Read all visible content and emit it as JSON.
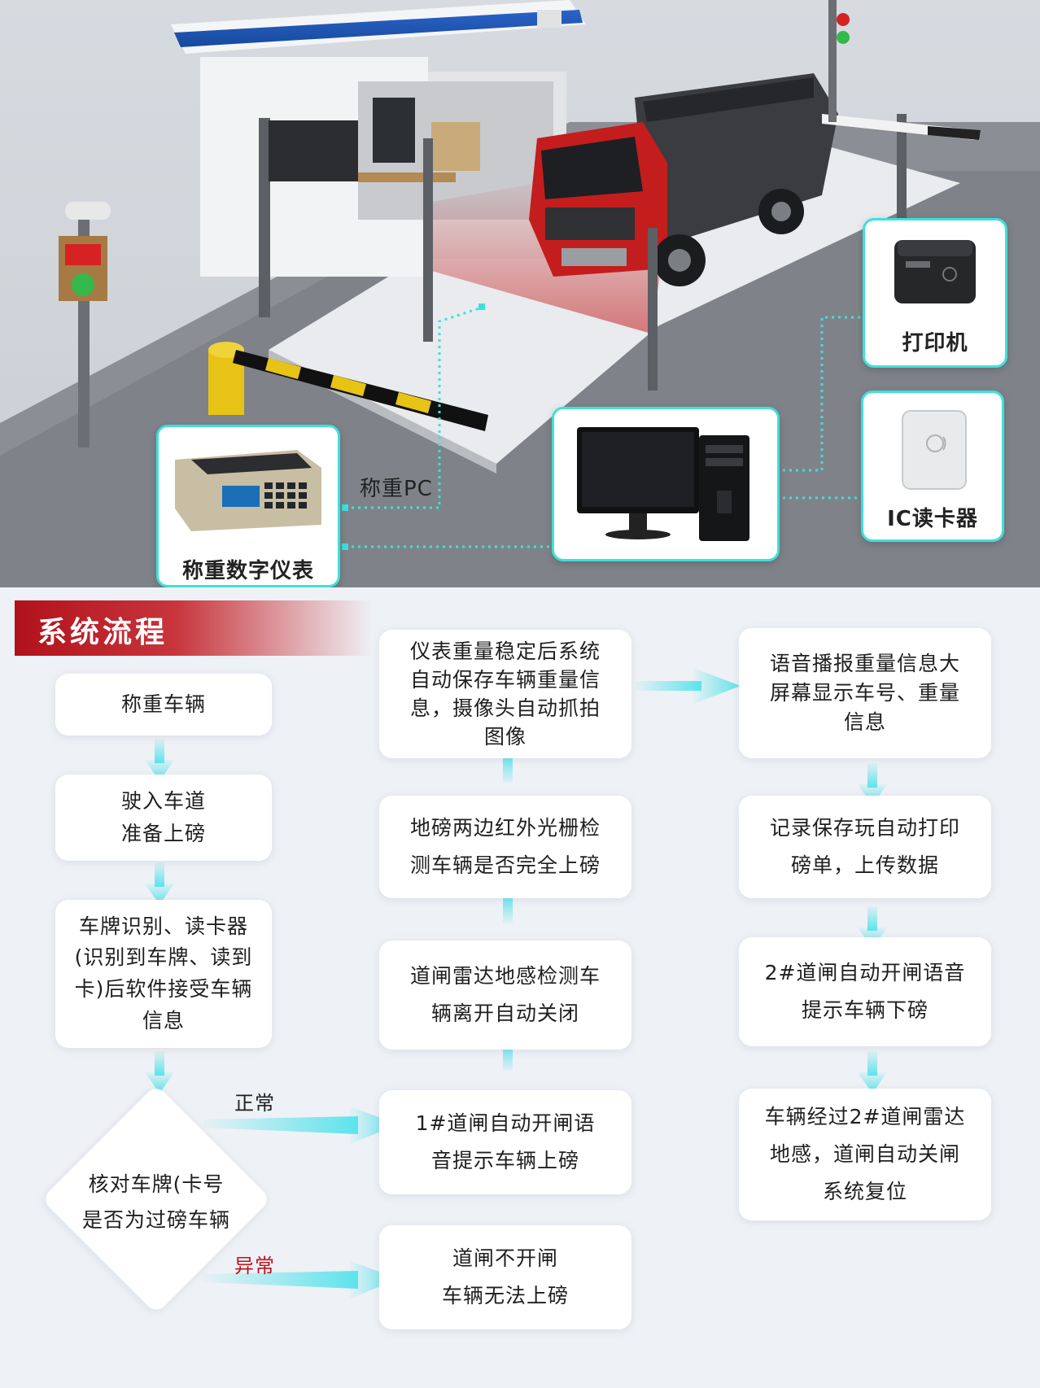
{
  "scene": {
    "devices": {
      "printer_label": "打印机",
      "ic_reader_label": "IC读卡器",
      "indicator_label": "称重数字仪表",
      "pc_label": "称重PC"
    }
  },
  "flow": {
    "section_title": "系统流程",
    "steps": {
      "weigh_vehicle": "称重车辆",
      "enter_lane": "驶入车道\n准备上磅",
      "plate_read": "车牌识别、读卡器\n(识别到车牌、读到\n卡)后软件接受车辆\n信息",
      "check_plate": "核对车牌(卡号\n是否为过磅车辆",
      "gate1_open": "1#道闸自动开闸语\n音提示车辆上磅",
      "gate_closed": "道闸不开闸\n车辆无法上磅",
      "radar_close": "道闸雷达地感检测车\n辆离开自动关闭",
      "infrared_check": "地磅两边红外光栅检\n测车辆是否完全上磅",
      "auto_save": "仪表重量稳定后系统\n自动保存车辆重量信\n息，摄像头自动抓拍\n图像",
      "voice_broadcast": "语音播报重量信息大\n屏幕显示车号、重量\n信息",
      "record_print": "记录保存玩自动打印\n磅单，上传数据",
      "gate2_open": "2#道闸自动开闸语音\n提示车辆下磅",
      "gate2_close": "车辆经过2#道闸雷达\n地感，道闸自动关闸\n系统复位"
    },
    "branch_normal": "正常",
    "branch_abnormal": "异常"
  },
  "colors": {
    "accent_cyan": "#3ee0da",
    "title_red": "#b0121b",
    "abnormal_red": "#c0141c",
    "arrow_cyan": "#5ce3ec"
  }
}
